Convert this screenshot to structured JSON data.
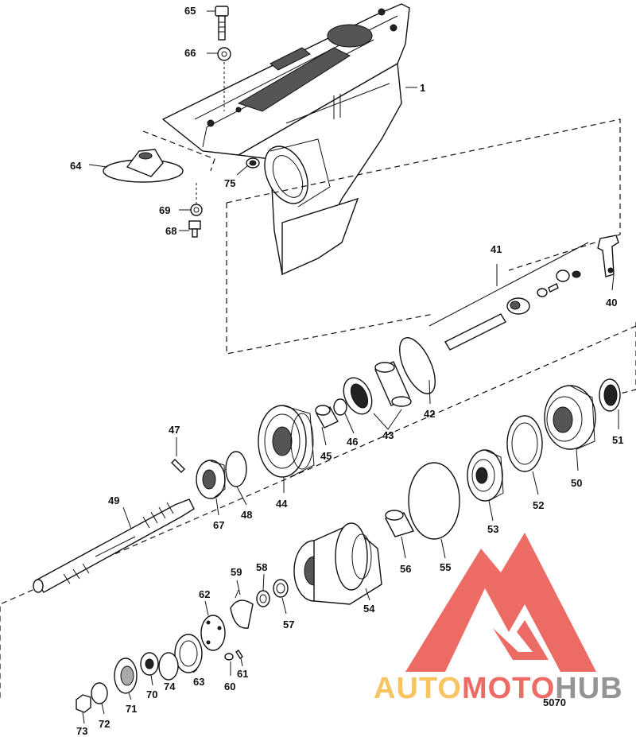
{
  "diagram": {
    "reference_code": "5070",
    "parts": [
      {
        "label": "1"
      },
      {
        "label": "40"
      },
      {
        "label": "41"
      },
      {
        "label": "42"
      },
      {
        "label": "43"
      },
      {
        "label": "44"
      },
      {
        "label": "45"
      },
      {
        "label": "46"
      },
      {
        "label": "47"
      },
      {
        "label": "48"
      },
      {
        "label": "49"
      },
      {
        "label": "50"
      },
      {
        "label": "51"
      },
      {
        "label": "52"
      },
      {
        "label": "53"
      },
      {
        "label": "54"
      },
      {
        "label": "55"
      },
      {
        "label": "56"
      },
      {
        "label": "57"
      },
      {
        "label": "58"
      },
      {
        "label": "59"
      },
      {
        "label": "60"
      },
      {
        "label": "61"
      },
      {
        "label": "62"
      },
      {
        "label": "63"
      },
      {
        "label": "64"
      },
      {
        "label": "65"
      },
      {
        "label": "66"
      },
      {
        "label": "67"
      },
      {
        "label": "68"
      },
      {
        "label": "69"
      },
      {
        "label": "70"
      },
      {
        "label": "71"
      },
      {
        "label": "72"
      },
      {
        "label": "73"
      },
      {
        "label": "74"
      },
      {
        "label": "75"
      }
    ]
  },
  "watermark": {
    "text_part1": "AUTO",
    "text_part2": "MOTO",
    "text_part3": "HUB",
    "color_red": "#e8473f",
    "color_yellow": "#f5b63a",
    "color_grey": "#7a7a7a"
  }
}
